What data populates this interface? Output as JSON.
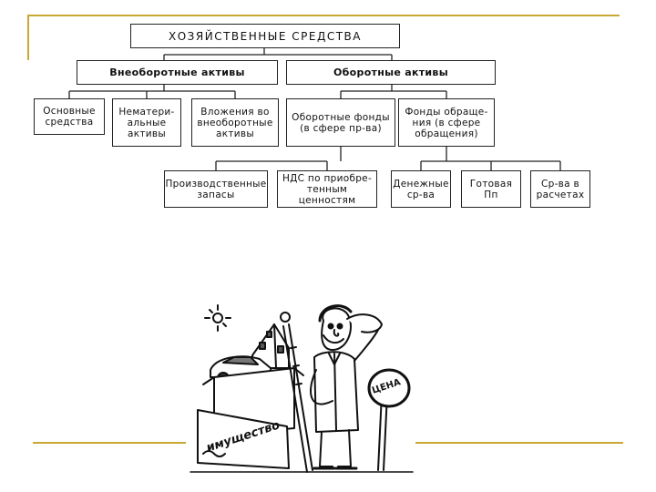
{
  "diagram": {
    "root": "ХОЗЯЙСТВЕННЫЕ СРЕДСТВА",
    "level1": {
      "noncurrent": "Внеоборотные активы",
      "current": "Оборотные активы"
    },
    "noncurrent_children": [
      "Основные\nсредства",
      "Нематери-\nальные\nактивы",
      "Вложения во\nвнеоборотные\nактивы"
    ],
    "current_children": [
      "Оборотные фонды\n(в сфере пр-ва)",
      "Фонды обраще-\nния (в сфере\nобращения)"
    ],
    "funds_children": [
      "Производственные\nзапасы",
      "НДС по приобре-\nтенным ценностям"
    ],
    "circulation_children": [
      "Денежные\nср-ва",
      "Готовая\nПп",
      "Ср-ва в\nрасчетах"
    ]
  },
  "illustration": {
    "sign_text": "ЦЕНА",
    "box_text": "имущество"
  },
  "colors": {
    "accent_line": "#c8a832",
    "box_border": "#222222"
  }
}
